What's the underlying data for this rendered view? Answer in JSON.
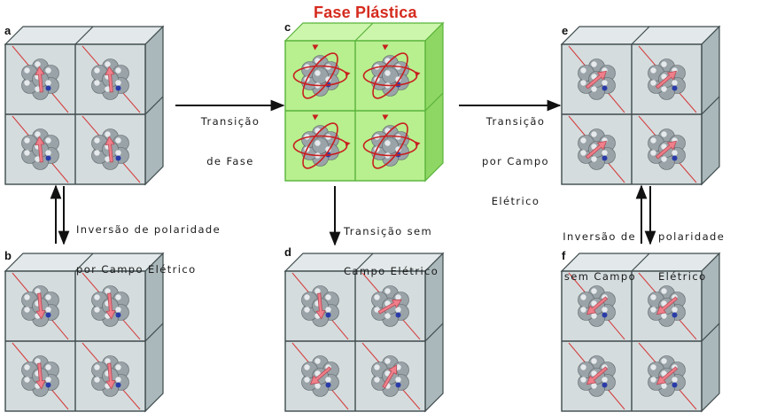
{
  "title": "Fase Plástica",
  "panels": {
    "a": "a",
    "b": "b",
    "c": "c",
    "d": "d",
    "e": "e",
    "f": "f"
  },
  "labels": {
    "fase_1": "Transição",
    "fase_2": "de Fase",
    "campo_1": "Transição",
    "campo_2": "por Campo",
    "campo_3": "Elétrico",
    "inv_ab_1": "Inversão de polaridade",
    "inv_ab_2": "por Campo Elétrico",
    "sem_1": "Transição sem",
    "sem_2": "Campo Elétrico",
    "inv_ef_left_1": "Inversão de",
    "inv_ef_left_2": "sem Campo",
    "inv_ef_right_1": "polaridade",
    "inv_ef_right_2": "Elétrico"
  },
  "colors": {
    "title_red": "#d52b1e",
    "cube_face": "#c9d3d5",
    "cube_green": "#9ee26a",
    "arrow_pink": "#e8707c",
    "orbit_red": "#c81e1e"
  }
}
